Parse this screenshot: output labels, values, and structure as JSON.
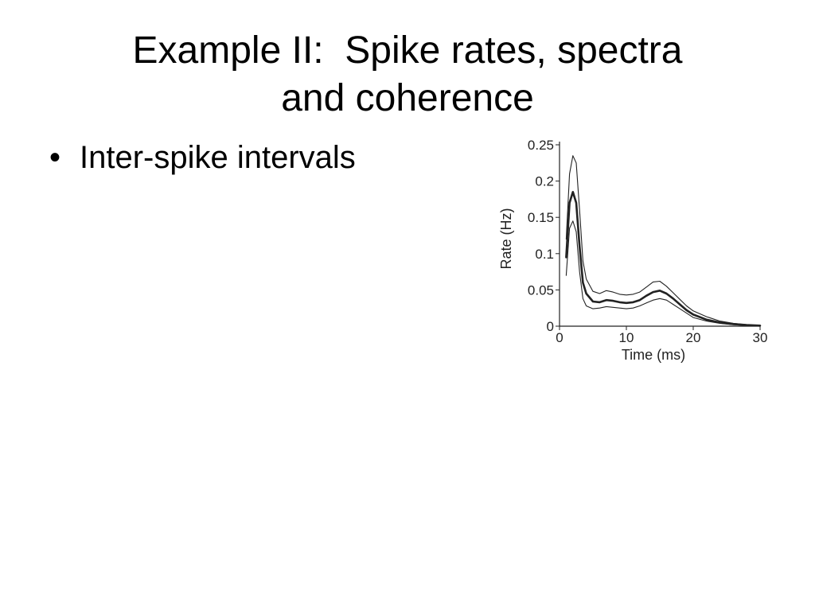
{
  "slide": {
    "title_lines": [
      "Example II:  Spike rates, spectra",
      "and coherence"
    ],
    "bullets": [
      "Inter-spike intervals"
    ],
    "bullet_symbol": "•"
  },
  "chart_data": {
    "type": "line",
    "xlabel": "Time (ms)",
    "ylabel": "Rate (Hz)",
    "xlim": [
      0,
      30
    ],
    "ylim": [
      0,
      0.25
    ],
    "xticks": [
      0,
      10,
      20,
      30
    ],
    "yticks": [
      0,
      0.05,
      0.1,
      0.15,
      0.2,
      0.25
    ],
    "xtick_labels": [
      "0",
      "10",
      "20",
      "30"
    ],
    "ytick_labels": [
      "0",
      "0.05",
      "0.1",
      "0.15",
      "0.2",
      "0.25"
    ],
    "grid": false,
    "line_color": "#222222",
    "series": [
      {
        "role": "upper",
        "x": [
          1,
          1.5,
          2,
          2.5,
          3,
          3.5,
          4,
          5,
          6,
          7,
          8,
          9,
          10,
          11,
          12,
          13,
          14,
          15,
          16,
          17,
          18,
          19,
          20,
          22,
          24,
          26,
          28,
          30
        ],
        "y": [
          0.12,
          0.21,
          0.235,
          0.225,
          0.16,
          0.09,
          0.065,
          0.048,
          0.045,
          0.049,
          0.047,
          0.044,
          0.043,
          0.044,
          0.047,
          0.054,
          0.061,
          0.062,
          0.055,
          0.046,
          0.037,
          0.028,
          0.021,
          0.013,
          0.007,
          0.004,
          0.002,
          0.001
        ]
      },
      {
        "role": "mean",
        "x": [
          1,
          1.5,
          2,
          2.5,
          3,
          3.5,
          4,
          5,
          6,
          7,
          8,
          9,
          10,
          11,
          12,
          13,
          14,
          15,
          16,
          17,
          18,
          19,
          20,
          22,
          24,
          26,
          28,
          30
        ],
        "y": [
          0.095,
          0.17,
          0.185,
          0.17,
          0.11,
          0.06,
          0.045,
          0.034,
          0.033,
          0.036,
          0.035,
          0.033,
          0.032,
          0.033,
          0.036,
          0.042,
          0.047,
          0.049,
          0.045,
          0.038,
          0.03,
          0.022,
          0.016,
          0.009,
          0.005,
          0.003,
          0.0015,
          0.0008
        ]
      },
      {
        "role": "lower",
        "x": [
          1,
          1.5,
          2,
          2.5,
          3,
          3.5,
          4,
          5,
          6,
          7,
          8,
          9,
          10,
          11,
          12,
          13,
          14,
          15,
          16,
          17,
          18,
          19,
          20,
          22,
          24,
          26,
          28,
          30
        ],
        "y": [
          0.07,
          0.135,
          0.145,
          0.13,
          0.075,
          0.038,
          0.028,
          0.024,
          0.025,
          0.027,
          0.026,
          0.025,
          0.024,
          0.025,
          0.028,
          0.032,
          0.036,
          0.038,
          0.036,
          0.03,
          0.024,
          0.018,
          0.012,
          0.007,
          0.004,
          0.002,
          0.001,
          0.0005
        ]
      }
    ]
  }
}
